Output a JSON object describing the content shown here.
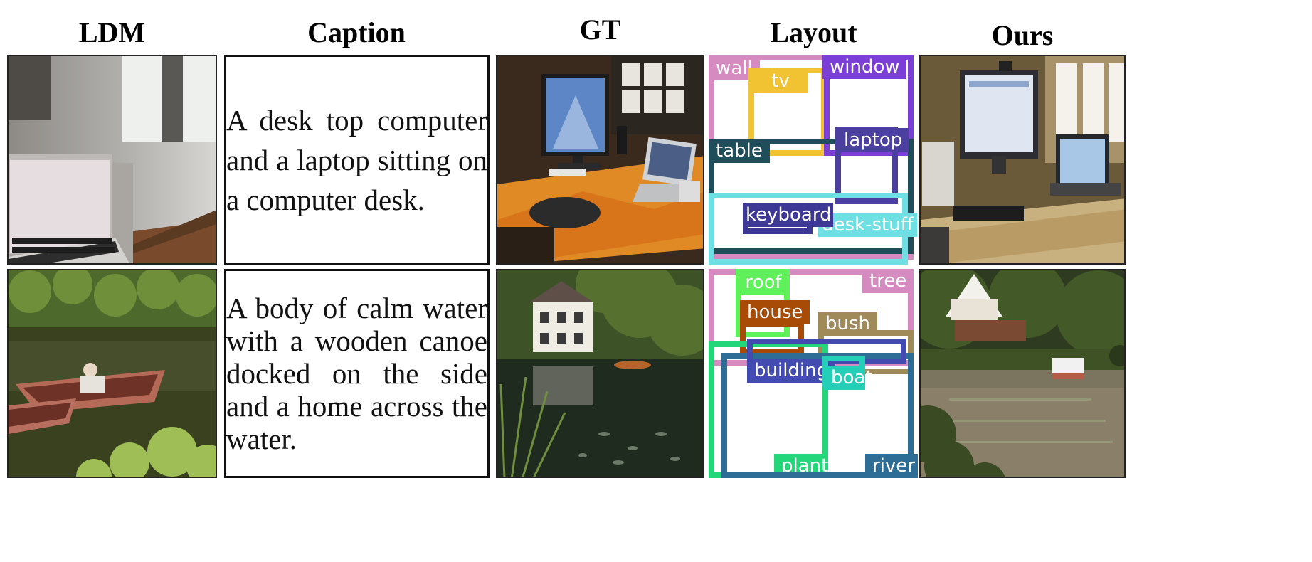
{
  "headers": {
    "ldm": "LDM",
    "caption": "Caption",
    "gt": "GT",
    "layout": "Layout",
    "ours": "Ours"
  },
  "rows": [
    {
      "caption": "A desk top computer and a laptop sitting on a computer desk.",
      "layout_labels": {
        "wall": "wall",
        "tv": "tv",
        "window": "window",
        "table": "table",
        "laptop": "laptop",
        "keyboard": "keyboard",
        "desk_stuff": "desk-stuff"
      }
    },
    {
      "caption": "A body of calm water with a wooden canoe docked on the side and a home across the water.",
      "layout_labels": {
        "roof": "roof",
        "tree": "tree",
        "house": "house",
        "bush": "bush",
        "building": "building",
        "boat": "boat",
        "plant": "plant",
        "river": "river"
      }
    }
  ],
  "colors": {
    "wall": "#d58bbf",
    "tv": "#f1c232",
    "window": "#7b3fd8",
    "table": "#1f4e5a",
    "laptop": "#4b3f9f",
    "keyboard": "#3d3796",
    "desk_stuff": "#6ee0e3",
    "roof": "#5ff15a",
    "tree": "#d58bbf",
    "house": "#a84b07",
    "bush": "#a08a5a",
    "building": "#434bb0",
    "boat": "#23d0b7",
    "plant": "#23d679",
    "river": "#2e6e96"
  }
}
